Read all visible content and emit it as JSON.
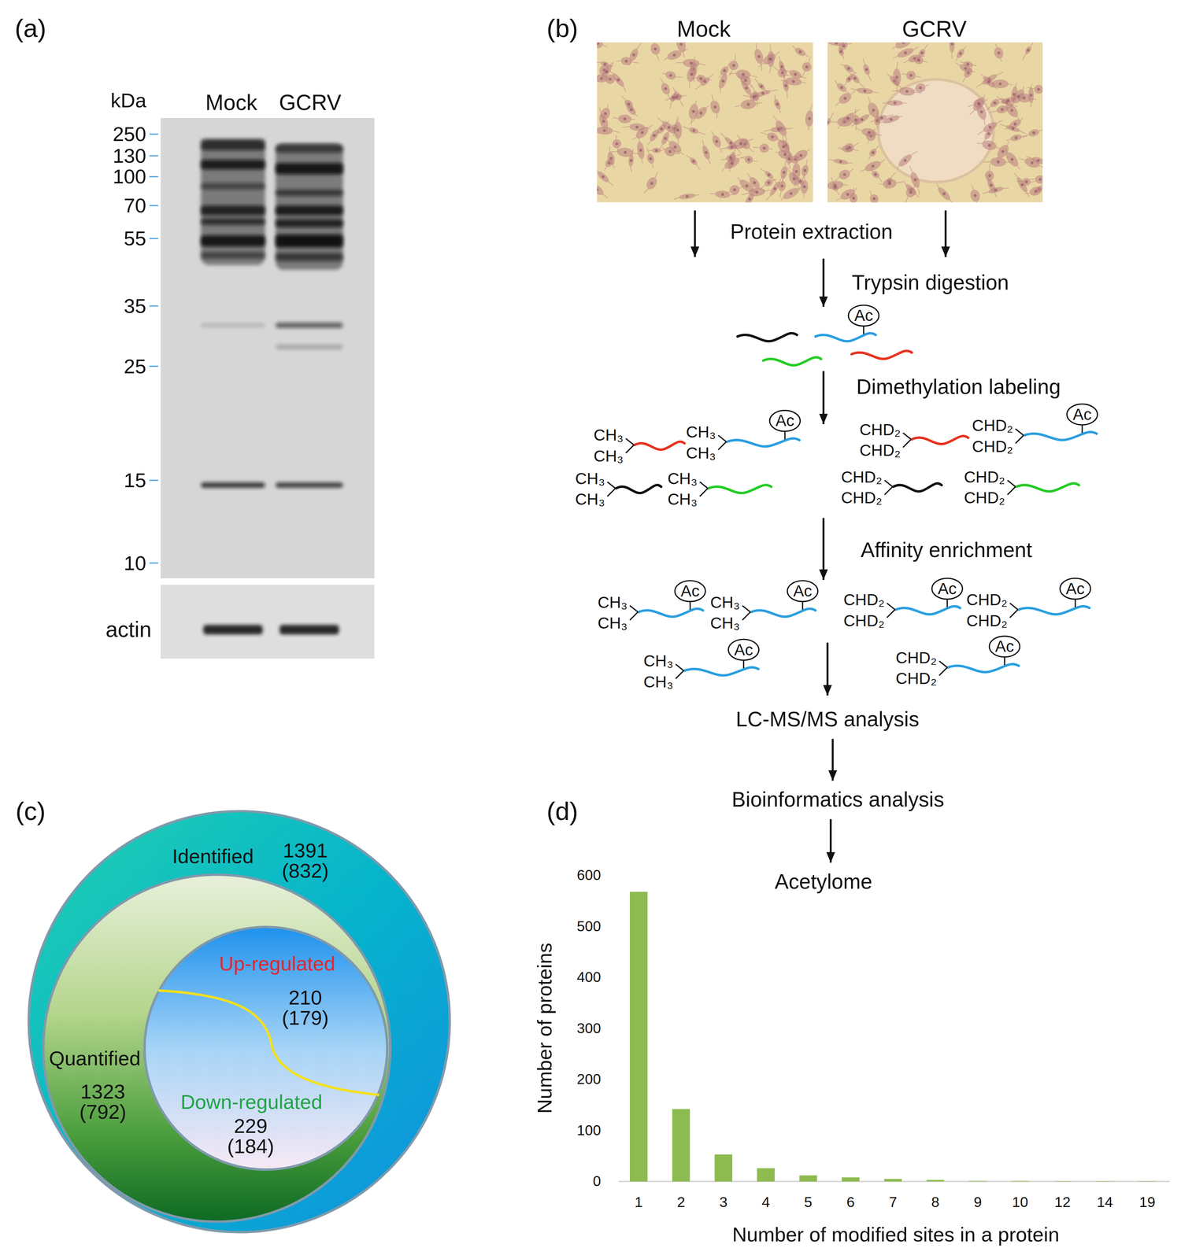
{
  "diagram": {
    "nodes": [
      {
        "text": [
          "Mock"
        ]
      },
      {
        "text": [
          "GCRV"
        ]
      },
      {
        "text": [
          "LC-MS/MS analysis"
        ]
      },
      {
        "text": [
          "Bioinformatics analysis"
        ]
      },
      {
        "text": [
          "Acetylome"
        ]
      },
      {
        "text": [
          "Identified",
          "1391 (832)"
        ]
      },
      {
        "text": [
          "Quantified",
          "1323 (792)"
        ],
        "in": 5
      },
      {
        "text": [
          "Up-regulated",
          "210 (179)",
          "Down-regulated",
          "229 (184)"
        ],
        "in": 6
      }
    ],
    "edges": [
      {
        "from": 2,
        "to": 3,
        "arrow": "to"
      },
      {
        "from": 3,
        "to": 4,
        "arrow": "to"
      }
    ],
    "labels": [
      "(a)",
      "kDa",
      "Mock",
      "GCRV",
      "250",
      "130",
      "100",
      "70",
      "55",
      "35",
      "25",
      "15",
      "10",
      "actin",
      "(b)",
      "Protein extraction",
      "Trypsin digestion",
      "Ac",
      "Dimethylation labeling",
      "CH₃",
      "CH₃",
      "CH₃",
      "CH₃",
      "Ac",
      "CH₃",
      "CH₃",
      "CH₃",
      "CH₃",
      "CHD₂",
      "CHD₂",
      "CHD₂",
      "CHD₂",
      "Ac",
      "CHD₂",
      "CHD₂",
      "CHD₂",
      "CHD₂",
      "Affinity enrichment",
      "CH₃",
      "CH₃",
      "Ac",
      "CH₃",
      "CH₃",
      "Ac",
      "CH₃",
      "CH₃",
      "Ac",
      "CHD₂",
      "CHD₂",
      "Ac",
      "CHD₂",
      "CHD₂",
      "Ac",
      "CHD₂",
      "CHD₂",
      "Ac",
      "(c)",
      "(d)",
      "600",
      "500",
      "400",
      "300",
      "200",
      "100",
      "0",
      "1",
      "2",
      "3",
      "4",
      "5",
      "6",
      "7",
      "8",
      "9",
      "10",
      "12",
      "14",
      "19",
      "Number of proteins",
      "Number of modified sites in a protein"
    ]
  }
}
